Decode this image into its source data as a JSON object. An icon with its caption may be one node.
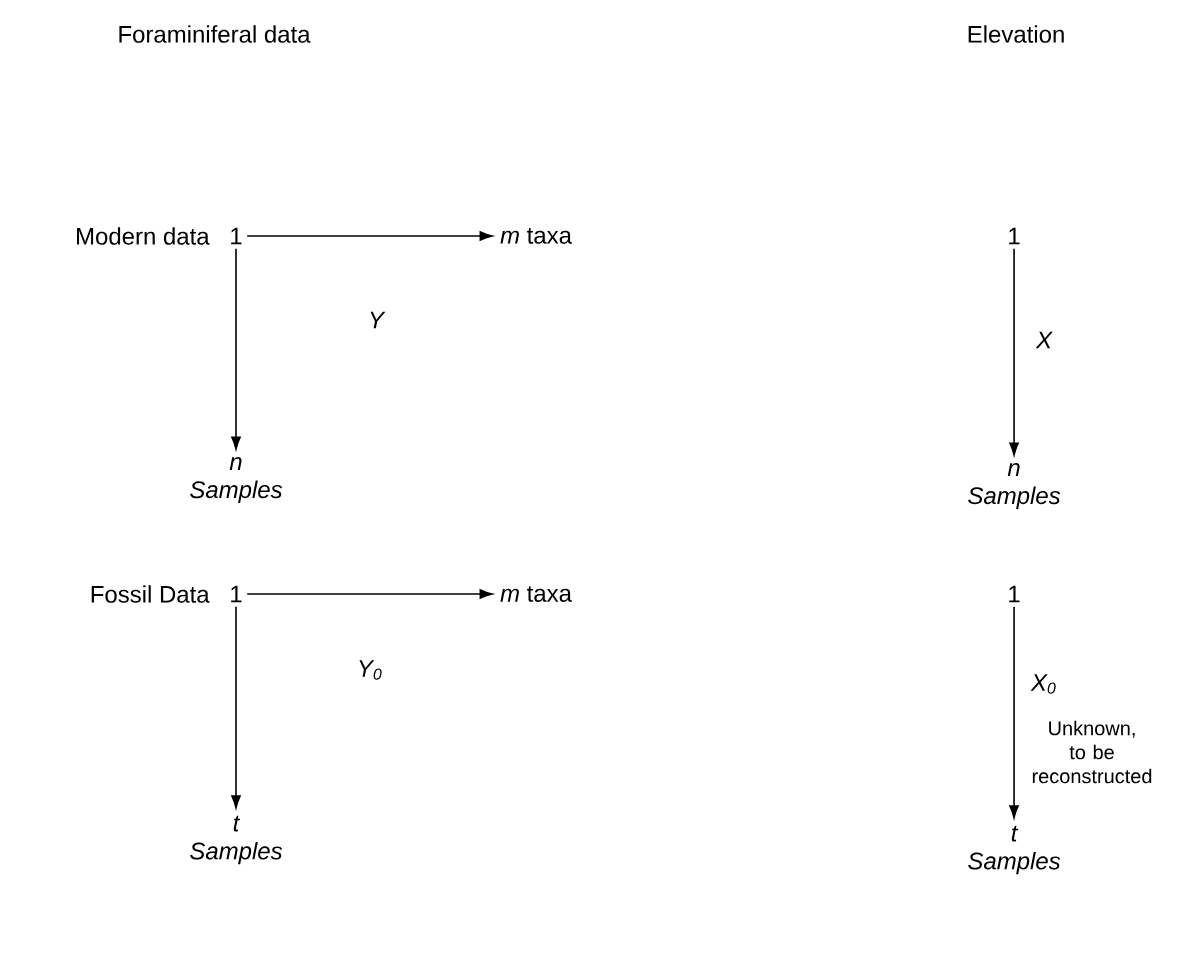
{
  "diagram": {
    "nodes": [
      {
        "text": [
          "1"
        ],
        "beside": [
          "Modern data"
        ]
      },
      {
        "text": [
          "*m* taxa"
        ]
      },
      {
        "text": [
          "n Samples"
        ]
      },
      {
        "text": [
          "1"
        ]
      },
      {
        "text": [
          "n Samples"
        ]
      },
      {
        "text": [
          "1"
        ],
        "beside": [
          "Fossil Data"
        ]
      },
      {
        "text": [
          "*m* taxa"
        ]
      },
      {
        "text": [
          "t Samples"
        ]
      },
      {
        "text": [
          "1"
        ]
      },
      {
        "text": [
          "t Samples"
        ]
      }
    ],
    "edges": [
      {
        "from": 0,
        "to": 1,
        "arrow": "to"
      },
      {
        "from": 0,
        "to": 2,
        "arrow": "to"
      },
      {
        "from": 3,
        "to": 4,
        "arrow": "to",
        "label": "X"
      },
      {
        "from": 5,
        "to": 6,
        "arrow": "to"
      },
      {
        "from": 5,
        "to": 7,
        "arrow": "to"
      },
      {
        "from": 8,
        "to": 9,
        "arrow": "to",
        "label": "X$_{0}$"
      }
    ],
    "labels": [
      "Foraminiferal data",
      "Elevation",
      "Y",
      "Y$_{0}$",
      "Unknown, to be reconstructed"
    ]
  }
}
